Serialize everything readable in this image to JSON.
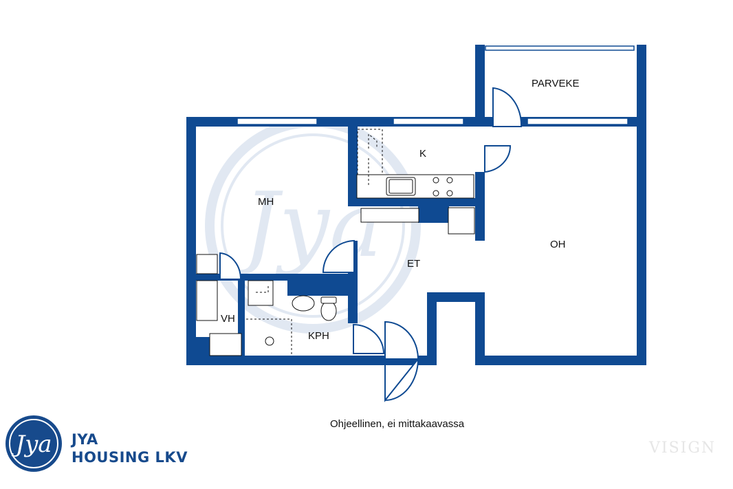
{
  "rooms": {
    "balcony": "PARVEKE",
    "kitchen": "K",
    "bedroom": "MH",
    "living": "OH",
    "hall": "ET",
    "wardrobe": "VH",
    "bathroom": "KPH"
  },
  "caption": "Ohjeellinen, ei mittakaavassa",
  "brand": {
    "logo_text": "Jya",
    "line1": "JYA",
    "line2": "HOUSING LKV"
  },
  "watermark": "VISIGN",
  "colors": {
    "wall": "#0f4a92",
    "watermark": "#e1e8f2",
    "brand": "#174a8c"
  }
}
